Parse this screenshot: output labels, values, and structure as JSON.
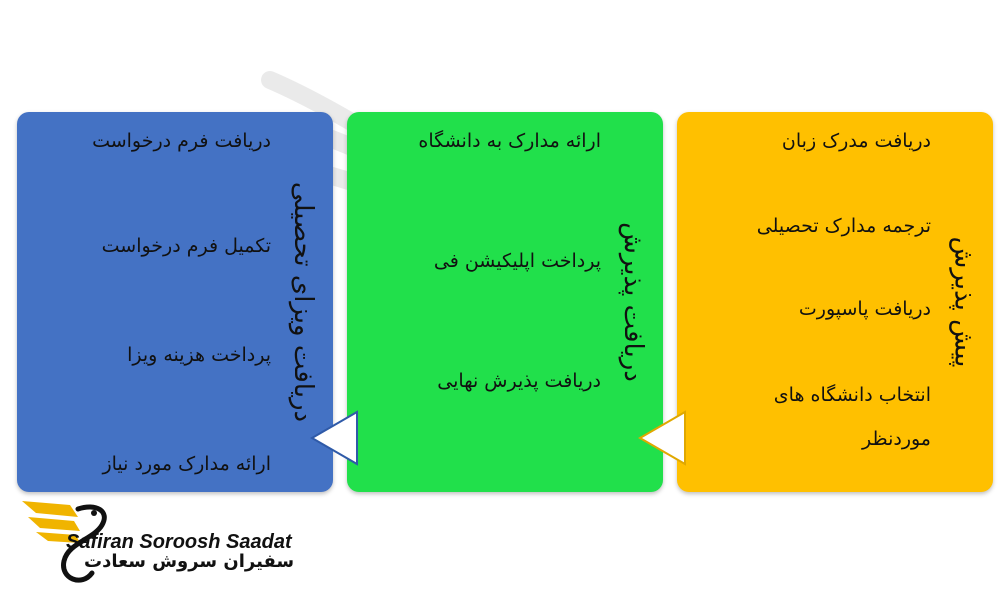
{
  "colors": {
    "panel_1": "#ffc000",
    "panel_2": "#21e04b",
    "panel_3": "#4472c4",
    "arrow_fill": "#ffffff",
    "logo_gold": "#f0b400"
  },
  "panels": [
    {
      "title": "پیش پذیرش",
      "items": [
        "دریافت مدرک زبان",
        "ترجمه مدارک تحصیلی",
        "دریافت پاسپورت",
        "انتخاب دانشگاه های",
        "موردنظر"
      ]
    },
    {
      "title": "دریافت پذیرش",
      "items": [
        "ارائه مدارک به دانشگاه",
        "پرداخت اپلیکیشن فی",
        "دریافت پذیرش نهایی"
      ]
    },
    {
      "title": "دریافت ویزای تحصیلی",
      "items": [
        "دریافت فرم درخواست",
        "تکمیل فرم درخواست",
        "پرداخت هزینه ویزا",
        "ارائه مدارک مورد نیاز"
      ]
    }
  ],
  "icons": {
    "arrow": "triangle-left-icon",
    "logo": "eagle-wing-logo-icon",
    "watermark": "swan-watermark-icon"
  },
  "logo": {
    "latin": "Safiran Soroosh Saadat",
    "farsi": "سفیران سروش سعادت"
  }
}
